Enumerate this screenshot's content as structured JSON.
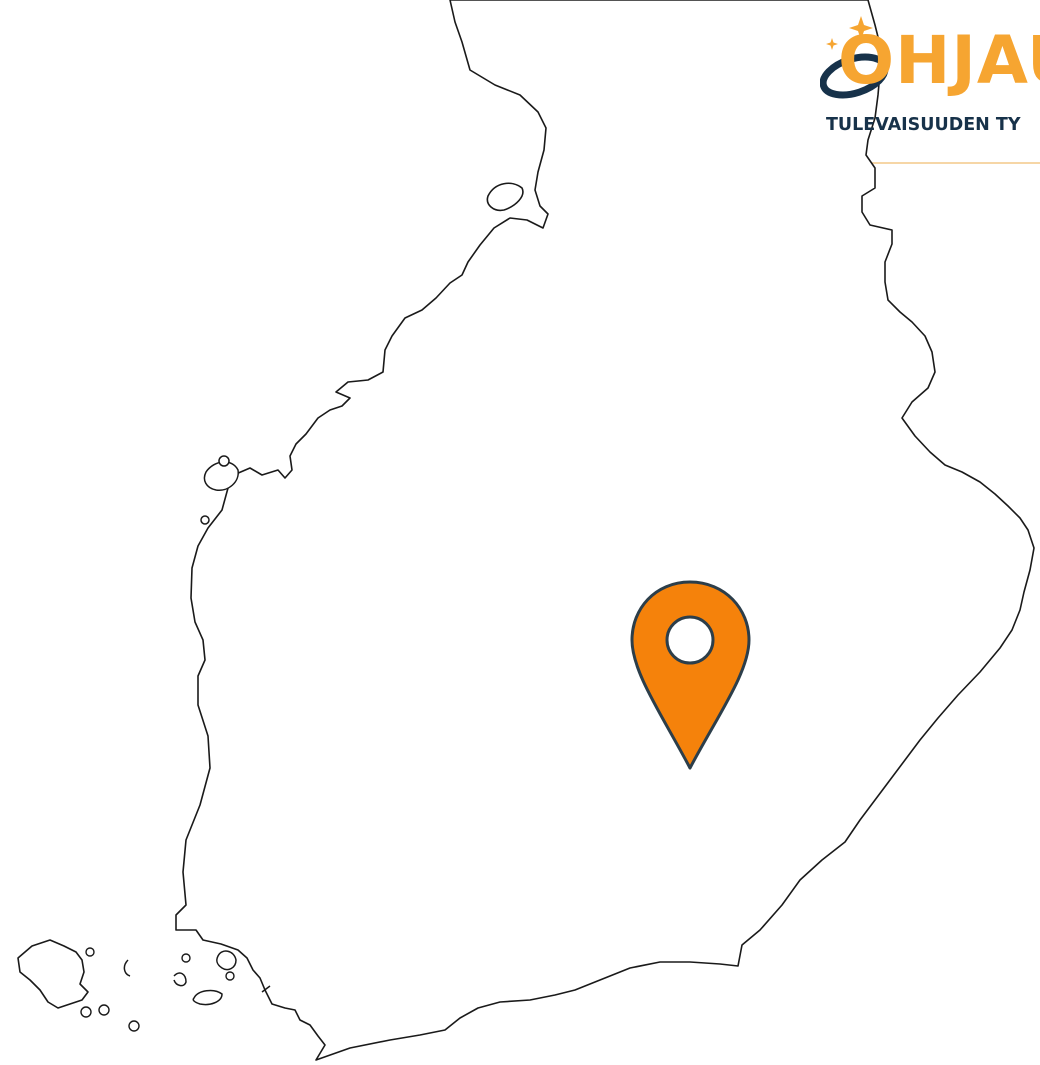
{
  "brand": {
    "wordmark": "OHJAU",
    "tagline": "TULEVAISUUDEN TY",
    "wordmark_color": "#f6a531",
    "tagline_color": "#17324a",
    "accent_color": "#f6a531",
    "ring_color": "#17324a",
    "sparkle_icon": "sparkle-icon"
  },
  "map": {
    "region": "Finland",
    "outline_color": "#1a1a1a",
    "fill_color": "#ffffff",
    "marker": {
      "icon": "location-pin-icon",
      "fill_color": "#f5820b",
      "stroke_color": "#2c3e4a",
      "inner_color": "#ffffff"
    }
  }
}
